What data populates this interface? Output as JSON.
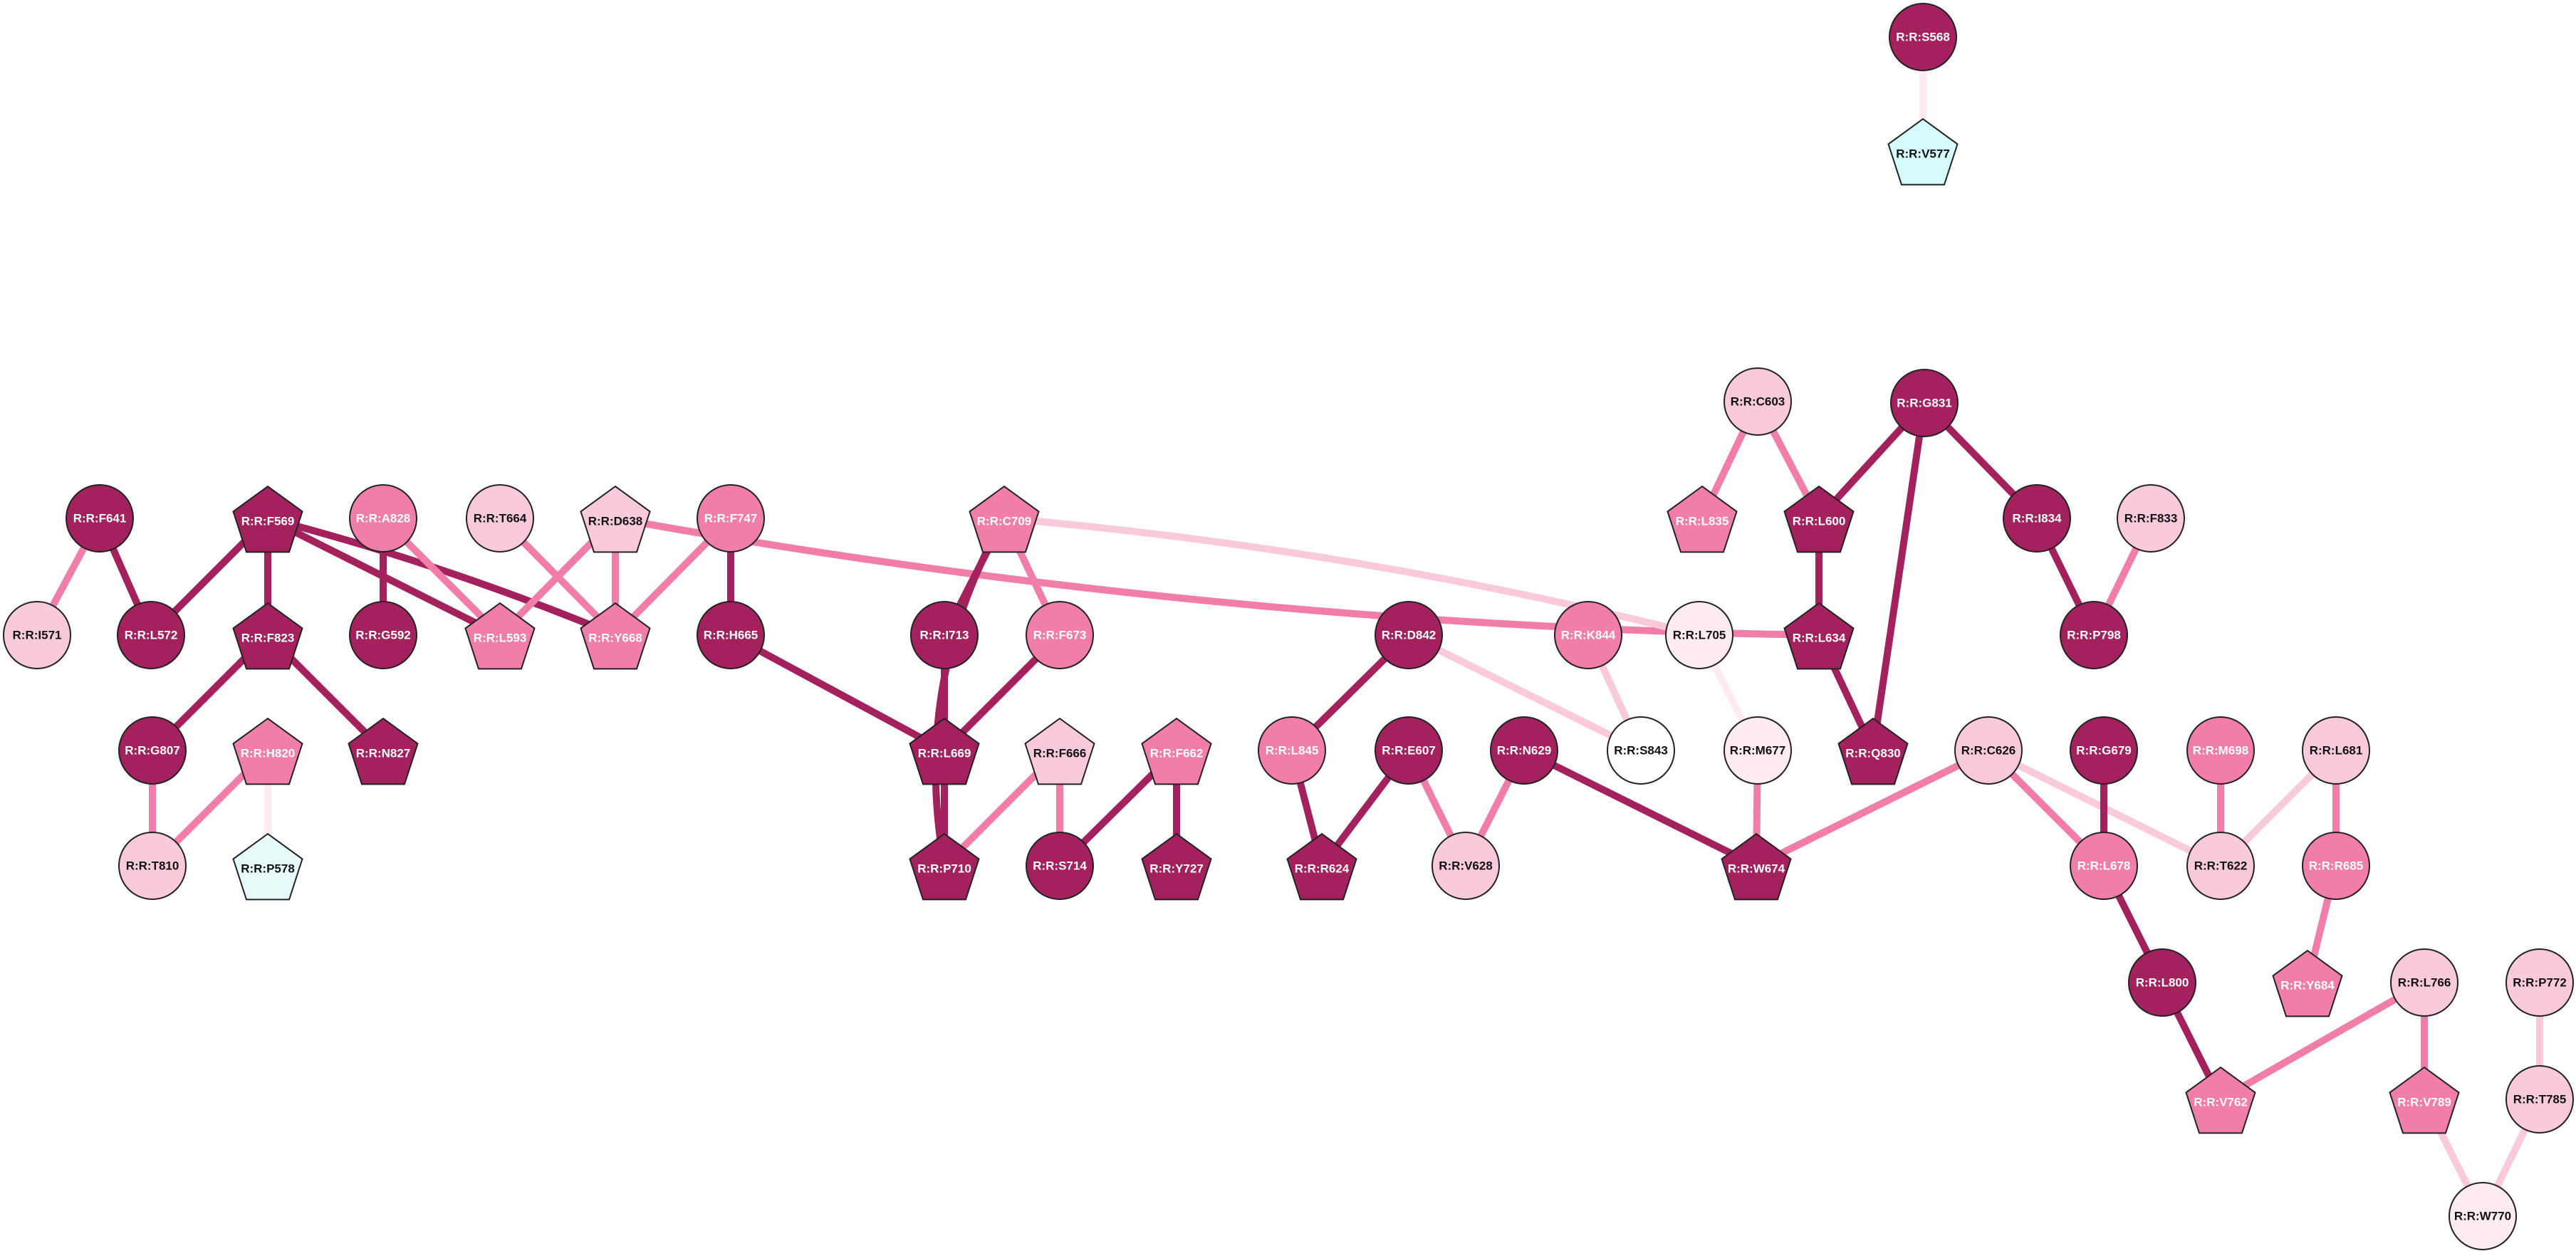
{
  "colors": {
    "dark": "#a3225e",
    "mid": "#f07ea8",
    "light": "#f9c9dc",
    "pale": "#fdebf2",
    "white": "#ffffff",
    "mint": "#e6fbf9",
    "cyan": "#d5fbfb",
    "outline": "#222222"
  },
  "nodes": [
    {
      "id": "S568",
      "label": "R:R:S568",
      "shape": "circle",
      "fill": "dark"
    },
    {
      "id": "V577",
      "label": "R:R:V577",
      "shape": "pentagon",
      "fill": "cyan"
    },
    {
      "id": "C603",
      "label": "R:R:C603",
      "shape": "circle",
      "fill": "light"
    },
    {
      "id": "G831",
      "label": "R:R:G831",
      "shape": "circle",
      "fill": "dark"
    },
    {
      "id": "F641",
      "label": "R:R:F641",
      "shape": "circle",
      "fill": "dark"
    },
    {
      "id": "F569",
      "label": "R:R:F569",
      "shape": "pentagon",
      "fill": "dark"
    },
    {
      "id": "A828",
      "label": "R:R:A828",
      "shape": "circle",
      "fill": "mid"
    },
    {
      "id": "T664",
      "label": "R:R:T664",
      "shape": "circle",
      "fill": "light"
    },
    {
      "id": "D638",
      "label": "R:R:D638",
      "shape": "pentagon",
      "fill": "light"
    },
    {
      "id": "F747",
      "label": "R:R:F747",
      "shape": "circle",
      "fill": "mid"
    },
    {
      "id": "C709",
      "label": "R:R:C709",
      "shape": "pentagon",
      "fill": "mid"
    },
    {
      "id": "L835",
      "label": "R:R:L835",
      "shape": "pentagon",
      "fill": "mid"
    },
    {
      "id": "L600",
      "label": "R:R:L600",
      "shape": "pentagon",
      "fill": "dark"
    },
    {
      "id": "I834",
      "label": "R:R:I834",
      "shape": "circle",
      "fill": "dark"
    },
    {
      "id": "F833",
      "label": "R:R:F833",
      "shape": "circle",
      "fill": "light"
    },
    {
      "id": "I571",
      "label": "R:R:I571",
      "shape": "circle",
      "fill": "light"
    },
    {
      "id": "L572",
      "label": "R:R:L572",
      "shape": "circle",
      "fill": "dark"
    },
    {
      "id": "F823",
      "label": "R:R:F823",
      "shape": "pentagon",
      "fill": "dark"
    },
    {
      "id": "G592",
      "label": "R:R:G592",
      "shape": "circle",
      "fill": "dark"
    },
    {
      "id": "L593",
      "label": "R:R:L593",
      "shape": "pentagon",
      "fill": "mid"
    },
    {
      "id": "Y668",
      "label": "R:R:Y668",
      "shape": "pentagon",
      "fill": "mid"
    },
    {
      "id": "H665",
      "label": "R:R:H665",
      "shape": "circle",
      "fill": "dark"
    },
    {
      "id": "I713",
      "label": "R:R:I713",
      "shape": "circle",
      "fill": "dark"
    },
    {
      "id": "F673",
      "label": "R:R:F673",
      "shape": "circle",
      "fill": "mid"
    },
    {
      "id": "D842",
      "label": "R:R:D842",
      "shape": "circle",
      "fill": "dark"
    },
    {
      "id": "K844",
      "label": "R:R:K844",
      "shape": "circle",
      "fill": "mid"
    },
    {
      "id": "L705",
      "label": "R:R:L705",
      "shape": "circle",
      "fill": "pale"
    },
    {
      "id": "L634",
      "label": "R:R:L634",
      "shape": "pentagon",
      "fill": "dark"
    },
    {
      "id": "P798",
      "label": "R:R:P798",
      "shape": "circle",
      "fill": "dark"
    },
    {
      "id": "G807",
      "label": "R:R:G807",
      "shape": "circle",
      "fill": "dark"
    },
    {
      "id": "H820",
      "label": "R:R:H820",
      "shape": "pentagon",
      "fill": "mid"
    },
    {
      "id": "N827",
      "label": "R:R:N827",
      "shape": "pentagon",
      "fill": "dark"
    },
    {
      "id": "L669",
      "label": "R:R:L669",
      "shape": "pentagon",
      "fill": "dark"
    },
    {
      "id": "F666",
      "label": "R:R:F666",
      "shape": "pentagon",
      "fill": "light"
    },
    {
      "id": "F662",
      "label": "R:R:F662",
      "shape": "pentagon",
      "fill": "mid"
    },
    {
      "id": "L845",
      "label": "R:R:L845",
      "shape": "circle",
      "fill": "mid"
    },
    {
      "id": "E607",
      "label": "R:R:E607",
      "shape": "circle",
      "fill": "dark"
    },
    {
      "id": "N629",
      "label": "R:R:N629",
      "shape": "circle",
      "fill": "dark"
    },
    {
      "id": "S843",
      "label": "R:R:S843",
      "shape": "circle",
      "fill": "white"
    },
    {
      "id": "M677",
      "label": "R:R:M677",
      "shape": "circle",
      "fill": "pale"
    },
    {
      "id": "Q830",
      "label": "R:R:Q830",
      "shape": "pentagon",
      "fill": "dark"
    },
    {
      "id": "C626",
      "label": "R:R:C626",
      "shape": "circle",
      "fill": "light"
    },
    {
      "id": "G679",
      "label": "R:R:G679",
      "shape": "circle",
      "fill": "dark"
    },
    {
      "id": "M698",
      "label": "R:R:M698",
      "shape": "circle",
      "fill": "mid"
    },
    {
      "id": "L681",
      "label": "R:R:L681",
      "shape": "circle",
      "fill": "light"
    },
    {
      "id": "T810",
      "label": "R:R:T810",
      "shape": "circle",
      "fill": "light"
    },
    {
      "id": "P578",
      "label": "R:R:P578",
      "shape": "pentagon",
      "fill": "mint"
    },
    {
      "id": "P710",
      "label": "R:R:P710",
      "shape": "pentagon",
      "fill": "dark"
    },
    {
      "id": "S714",
      "label": "R:R:S714",
      "shape": "circle",
      "fill": "dark"
    },
    {
      "id": "Y727",
      "label": "R:R:Y727",
      "shape": "pentagon",
      "fill": "dark"
    },
    {
      "id": "R624",
      "label": "R:R:R624",
      "shape": "pentagon",
      "fill": "dark"
    },
    {
      "id": "V628",
      "label": "R:R:V628",
      "shape": "circle",
      "fill": "light"
    },
    {
      "id": "W674",
      "label": "R:R:W674",
      "shape": "pentagon",
      "fill": "dark"
    },
    {
      "id": "L678",
      "label": "R:R:L678",
      "shape": "circle",
      "fill": "mid"
    },
    {
      "id": "T622",
      "label": "R:R:T622",
      "shape": "circle",
      "fill": "light"
    },
    {
      "id": "R685",
      "label": "R:R:R685",
      "shape": "circle",
      "fill": "mid"
    },
    {
      "id": "L800",
      "label": "R:R:L800",
      "shape": "circle",
      "fill": "dark"
    },
    {
      "id": "Y684",
      "label": "R:R:Y684",
      "shape": "pentagon",
      "fill": "mid"
    },
    {
      "id": "L766",
      "label": "R:R:L766",
      "shape": "circle",
      "fill": "light"
    },
    {
      "id": "P772",
      "label": "R:R:P772",
      "shape": "circle",
      "fill": "light"
    },
    {
      "id": "V762",
      "label": "R:R:V762",
      "shape": "pentagon",
      "fill": "mid"
    },
    {
      "id": "V789",
      "label": "R:R:V789",
      "shape": "pentagon",
      "fill": "mid"
    },
    {
      "id": "T785",
      "label": "R:R:T785",
      "shape": "circle",
      "fill": "light"
    },
    {
      "id": "W770",
      "label": "R:R:W770",
      "shape": "circle",
      "fill": "pale"
    }
  ],
  "edges": [
    {
      "from": "S568",
      "to": "V577",
      "color": "pale"
    },
    {
      "from": "C603",
      "to": "L835",
      "color": "mid"
    },
    {
      "from": "C603",
      "to": "L600",
      "color": "mid"
    },
    {
      "from": "G831",
      "to": "L600",
      "color": "dark"
    },
    {
      "from": "G831",
      "to": "I834",
      "color": "dark"
    },
    {
      "from": "G831",
      "to": "Q830",
      "color": "dark"
    },
    {
      "from": "L600",
      "to": "L634",
      "color": "dark"
    },
    {
      "from": "L634",
      "to": "Q830",
      "color": "dark"
    },
    {
      "from": "I834",
      "to": "P798",
      "color": "dark"
    },
    {
      "from": "F833",
      "to": "P798",
      "color": "mid"
    },
    {
      "from": "F641",
      "to": "I571",
      "color": "mid"
    },
    {
      "from": "F641",
      "to": "L572",
      "color": "dark"
    },
    {
      "from": "F569",
      "to": "L572",
      "color": "dark"
    },
    {
      "from": "F569",
      "to": "F823",
      "color": "dark"
    },
    {
      "from": "F569",
      "to": "L593",
      "color": "dark"
    },
    {
      "from": "F569",
      "to": "Y668",
      "color": "dark",
      "curve": -18
    },
    {
      "from": "F823",
      "to": "G807",
      "color": "dark"
    },
    {
      "from": "F823",
      "to": "N827",
      "color": "dark"
    },
    {
      "from": "G807",
      "to": "T810",
      "color": "mid"
    },
    {
      "from": "H820",
      "to": "T810",
      "color": "mid"
    },
    {
      "from": "H820",
      "to": "P578",
      "color": "pale"
    },
    {
      "from": "A828",
      "to": "G592",
      "color": "dark"
    },
    {
      "from": "A828",
      "to": "L593",
      "color": "mid"
    },
    {
      "from": "T664",
      "to": "Y668",
      "color": "mid"
    },
    {
      "from": "D638",
      "to": "L593",
      "color": "mid"
    },
    {
      "from": "D638",
      "to": "Y668",
      "color": "mid"
    },
    {
      "from": "D638",
      "to": "L634",
      "color": "mid",
      "curve": 70
    },
    {
      "from": "F747",
      "to": "Y668",
      "color": "mid"
    },
    {
      "from": "F747",
      "to": "H665",
      "color": "dark"
    },
    {
      "from": "H665",
      "to": "L669",
      "color": "dark"
    },
    {
      "from": "C709",
      "to": "I713",
      "color": "dark"
    },
    {
      "from": "C709",
      "to": "F673",
      "color": "mid"
    },
    {
      "from": "C709",
      "to": "P710",
      "color": "dark",
      "curve": 90
    },
    {
      "from": "C709",
      "to": "L705",
      "color": "light",
      "curve": -40
    },
    {
      "from": "I713",
      "to": "L669",
      "color": "dark"
    },
    {
      "from": "F673",
      "to": "L669",
      "color": "dark"
    },
    {
      "from": "L669",
      "to": "P710",
      "color": "dark"
    },
    {
      "from": "F666",
      "to": "P710",
      "color": "mid"
    },
    {
      "from": "F666",
      "to": "S714",
      "color": "mid"
    },
    {
      "from": "F662",
      "to": "S714",
      "color": "dark"
    },
    {
      "from": "F662",
      "to": "Y727",
      "color": "dark"
    },
    {
      "from": "D842",
      "to": "L845",
      "color": "dark"
    },
    {
      "from": "D842",
      "to": "S843",
      "color": "light"
    },
    {
      "from": "K844",
      "to": "S843",
      "color": "light"
    },
    {
      "from": "L845",
      "to": "R624",
      "color": "dark"
    },
    {
      "from": "E607",
      "to": "R624",
      "color": "dark"
    },
    {
      "from": "E607",
      "to": "V628",
      "color": "mid"
    },
    {
      "from": "N629",
      "to": "V628",
      "color": "mid"
    },
    {
      "from": "N629",
      "to": "W674",
      "color": "dark"
    },
    {
      "from": "L705",
      "to": "M677",
      "color": "pale"
    },
    {
      "from": "M677",
      "to": "W674",
      "color": "mid"
    },
    {
      "from": "C626",
      "to": "W674",
      "color": "mid"
    },
    {
      "from": "C626",
      "to": "L678",
      "color": "mid"
    },
    {
      "from": "C626",
      "to": "T622",
      "color": "light"
    },
    {
      "from": "G679",
      "to": "L678",
      "color": "dark"
    },
    {
      "from": "M698",
      "to": "T622",
      "color": "mid"
    },
    {
      "from": "L681",
      "to": "T622",
      "color": "light"
    },
    {
      "from": "L681",
      "to": "R685",
      "color": "mid"
    },
    {
      "from": "R685",
      "to": "Y684",
      "color": "mid"
    },
    {
      "from": "L678",
      "to": "L800",
      "color": "dark"
    },
    {
      "from": "L800",
      "to": "V762",
      "color": "dark"
    },
    {
      "from": "L766",
      "to": "V762",
      "color": "mid"
    },
    {
      "from": "L766",
      "to": "V789",
      "color": "mid"
    },
    {
      "from": "V789",
      "to": "W770",
      "color": "light"
    },
    {
      "from": "P772",
      "to": "T785",
      "color": "light"
    },
    {
      "from": "T785",
      "to": "W770",
      "color": "light"
    }
  ]
}
